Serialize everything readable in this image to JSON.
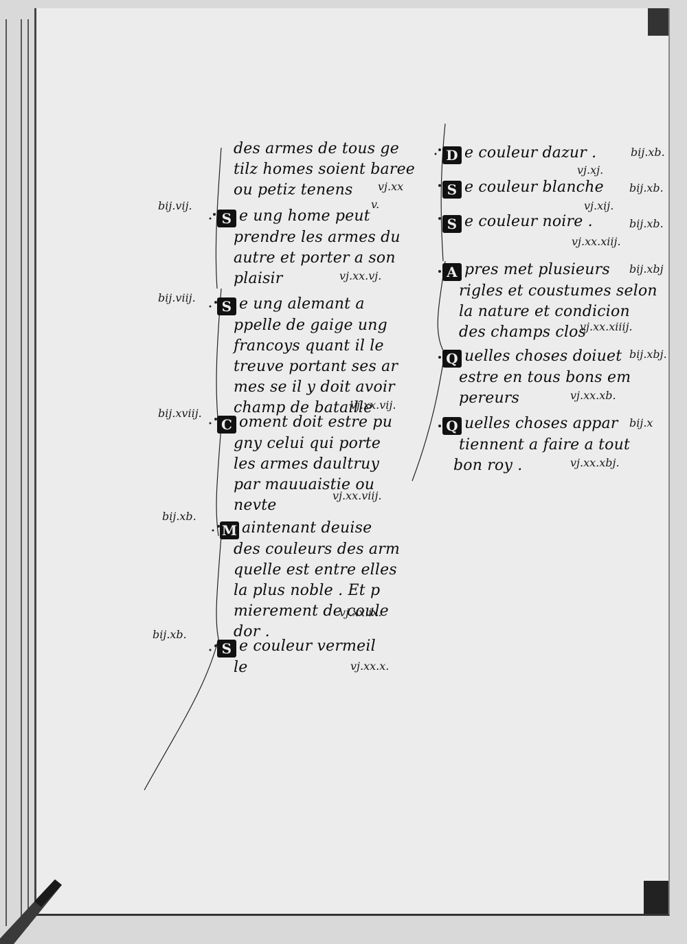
{
  "left_column": {
    "entries": [
      {
        "lines": [
          "des armes de tous ge",
          "tilz homes soient baree",
          "ou petiz tenens"
        ],
        "ref": "vj.xx",
        "ref2": "v."
      },
      {
        "initial": "S",
        "lines": [
          "e ung home peut",
          "prendre les armes du",
          "autre et porter a son",
          "plaisir"
        ],
        "ref": "vj.xx.vj.",
        "margin_note": "bij.vij."
      },
      {
        "initial": "S",
        "lines": [
          "e ung alemant a",
          "ppelle de gaige ung",
          "francoys quant il le",
          "treuve portant ses ar",
          "mes se il y doit avoir",
          "champ de bataille"
        ],
        "ref": "vj.xx.vij.",
        "margin_note": "bij.viij."
      },
      {
        "initial": "C",
        "lines": [
          "oment doit estre pu",
          "gny celui qui porte",
          "les armes daultruy",
          "par mauuaistie ou",
          "nevte"
        ],
        "ref": "vj.xx.viij.",
        "margin_note": "bij.xviij."
      },
      {
        "initial": "M",
        "lines": [
          "aintenant deuise",
          "des couleurs des arm",
          "quelle est entre elles",
          "la plus noble . Et p",
          "mierement de coule",
          "dor ."
        ],
        "ref": "vj.xx.ix.",
        "margin_note": "bij.xb."
      },
      {
        "initial": "S",
        "lines": [
          "e couleur vermeil",
          "le"
        ],
        "ref": "vj.xx.x.",
        "margin_note": "bij.xb."
      }
    ]
  },
  "right_column": {
    "entries": [
      {
        "initial": "D",
        "lines": [
          "e couleur dazur ."
        ],
        "ref": "vj.xj.",
        "margin_note": "bij.xb."
      },
      {
        "initial": "S",
        "lines": [
          "e couleur blanche"
        ],
        "ref": "vj.xij.",
        "margin_note": "bij.xb."
      },
      {
        "initial": "S",
        "lines": [
          "e couleur noire ."
        ],
        "ref": "vj.xx.xiij.",
        "margin_note": "bij.xb."
      },
      {
        "initial": "A",
        "lines": [
          "pres met plusieurs",
          "rigles et coustumes selon",
          "la nature et condicion",
          "des champs clos"
        ],
        "ref": "vj.xx.xiiij.",
        "margin_note": "bij.xbj"
      },
      {
        "initial": "Q",
        "lines": [
          "uelles choses doiuet",
          "estre en tous bons em",
          "pereurs"
        ],
        "ref": "vj.xx.xb.",
        "margin_note": "bij.xbj."
      },
      {
        "initial": "Q",
        "lines": [
          "uelles choses appar",
          "tiennent a faire a tout",
          "bon roy ."
        ],
        "ref": "vj.xx.xbj.",
        "margin_note": "bij.x"
      }
    ]
  }
}
